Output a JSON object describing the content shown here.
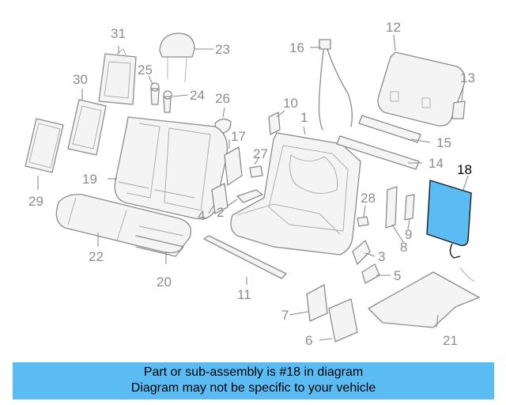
{
  "diagram": {
    "highlight_color": "#5bbcf4",
    "highlighted_part": "18",
    "callouts": {
      "c1": "1",
      "c2": "2",
      "c3": "3",
      "c4": "4",
      "c5": "5",
      "c6": "6",
      "c7": "7",
      "c8": "8",
      "c9": "9",
      "c10": "10",
      "c11": "11",
      "c12": "12",
      "c13": "13",
      "c14": "14",
      "c15": "15",
      "c16": "16",
      "c17": "17",
      "c18": "18",
      "c19": "19",
      "c20": "20",
      "c21": "21",
      "c22": "22",
      "c23": "23",
      "c24": "24",
      "c25": "25",
      "c26": "26",
      "c27": "27",
      "c28": "28",
      "c29": "29",
      "c30": "30",
      "c31": "31"
    }
  },
  "banner": {
    "line1": "Part or sub-assembly is #18 in diagram",
    "line2": "Diagram may not be specific to your vehicle"
  }
}
